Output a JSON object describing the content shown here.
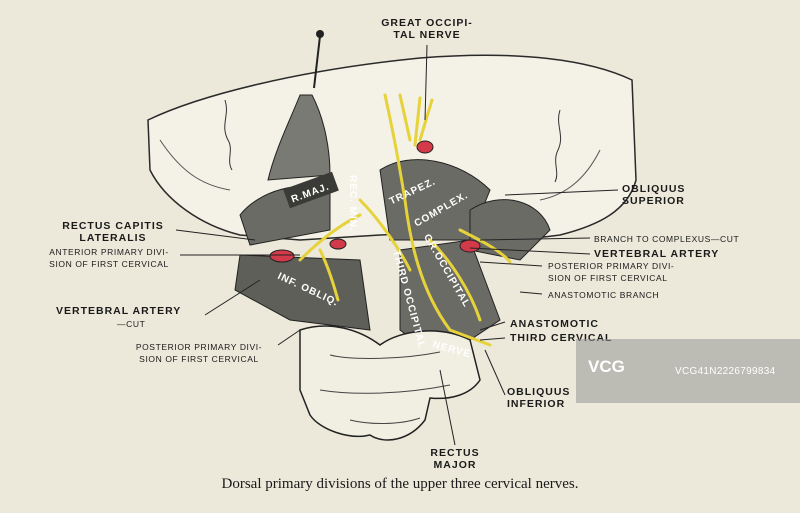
{
  "labels": {
    "great_occipital": [
      "GREAT OCCIPI-",
      "TAL NERVE"
    ],
    "obliquus_superior": [
      "OBLIQUUS",
      "SUPERIOR"
    ],
    "rectus_capitis": [
      "RECTUS CAPITIS",
      "LATERALIS"
    ],
    "anterior_primary": [
      "ANTERIOR PRIMARY DIVI-",
      "SION OF FIRST CERVICAL"
    ],
    "branch_complexus": "BRANCH TO COMPLEXUS—CUT",
    "vertebral_artery_right": "VERTEBRAL ARTERY",
    "posterior_primary_right": [
      "POSTERIOR PRIMARY DIVI-",
      "SION OF FIRST CERVICAL"
    ],
    "anastomotic_branch": "ANASTOMOTIC BRANCH",
    "vertebral_artery_left": "VERTEBRAL ARTERY",
    "cut": "—CUT",
    "anastomotic": "ANASTOMOTIC",
    "third_cervical": "THIRD CERVICAL",
    "posterior_primary_left": [
      "POSTERIOR PRIMARY DIVI-",
      "SION OF FIRST CERVICAL"
    ],
    "obliquus_inferior": [
      "OBLIQUUS",
      "INFERIOR"
    ],
    "rectus_major": [
      "RECTUS",
      "MAJOR"
    ]
  },
  "inline_labels": {
    "r_maj": "R.MAJ.",
    "rec_min": "REC. MIN.",
    "trapez": "TRAPEZ.",
    "complex": "COMPLEX.",
    "inf_obliq": "INF. OBLIQ.",
    "third_occipital": "THIRD OCCIPITAL",
    "gr_occipital": "GR.OCCIPITAL",
    "nerve": "NERVE"
  },
  "caption": "Dorsal primary divisions of the upper three cervical nerves.",
  "watermark": {
    "logo": "VCG",
    "id": "VCG41N2226799834"
  },
  "colors": {
    "background": "#ece8da",
    "bone": "#f4f1e6",
    "nerve": "#e6d23a",
    "artery": "#d23a4a",
    "muscle": "#6b6b66"
  }
}
